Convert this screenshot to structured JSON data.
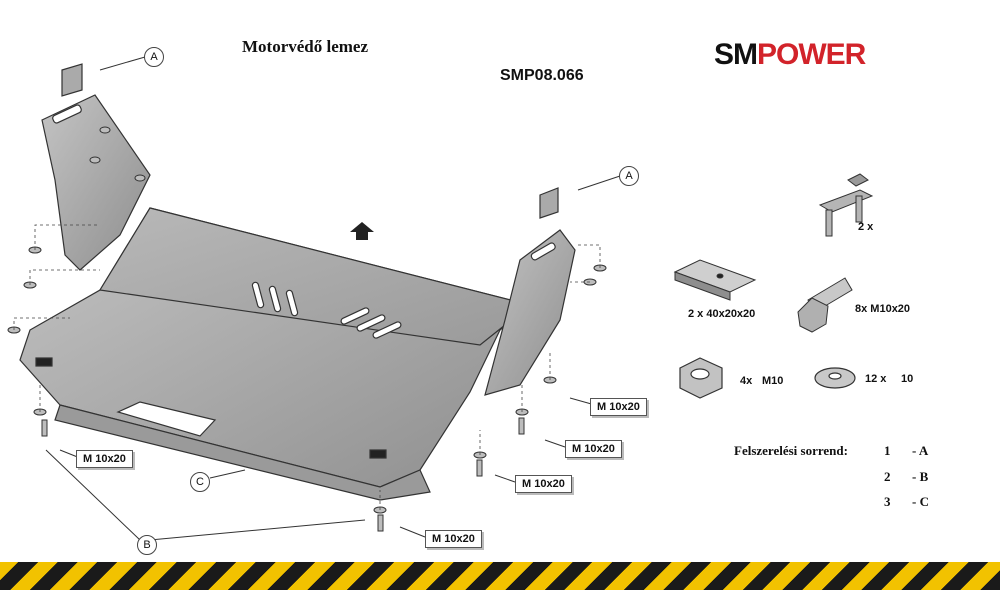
{
  "header": {
    "title": "Motorvédő lemez",
    "code": "SMP08.066",
    "logo_part1": "SM",
    "logo_part2": "POWER"
  },
  "callouts": {
    "a1": "A",
    "a2": "A",
    "b": "B",
    "c": "C",
    "m1": "M 10x20",
    "m2": "M 10x20",
    "m3": "M 10x20",
    "m4": "M 10x20",
    "m5": "M 10x20"
  },
  "parts": {
    "bracket": "2 x",
    "plate": "2 x 40x20x20",
    "bolt": "8x M10x20",
    "nut_qty": "4x",
    "nut_size": "M10",
    "washer_qty": "12 x",
    "washer_size": "10"
  },
  "sequence": {
    "label": "Felszerelési sorrend:",
    "steps": [
      {
        "num": "1",
        "part": "- A"
      },
      {
        "num": "2",
        "part": "- B"
      },
      {
        "num": "3",
        "part": "- C"
      }
    ]
  },
  "colors": {
    "accent": "#d2232a",
    "stripe_dark": "#1a1a1a",
    "stripe_yellow": "#f2c200",
    "metal": "#a9a9a9"
  }
}
